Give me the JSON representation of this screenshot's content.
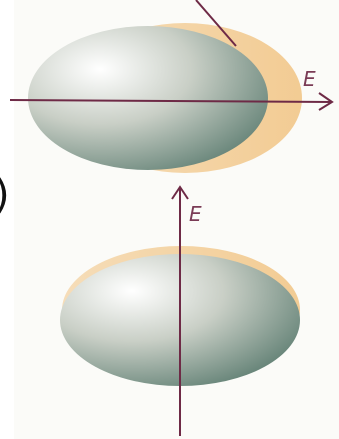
{
  "figure": {
    "paren_glyph": ")",
    "top_panel": {
      "field_label": "E",
      "field_direction": "horizontal"
    },
    "bottom_panel": {
      "field_label": "E",
      "field_direction": "vertical"
    },
    "colors": {
      "molecule_highlight": "#ffffff",
      "molecule_mid": "#c9cfc6",
      "molecule_shadow": "#5c7c70",
      "distortion": "#f2c98e",
      "field_line": "#6e2a46",
      "label": "#7a3b55"
    }
  }
}
